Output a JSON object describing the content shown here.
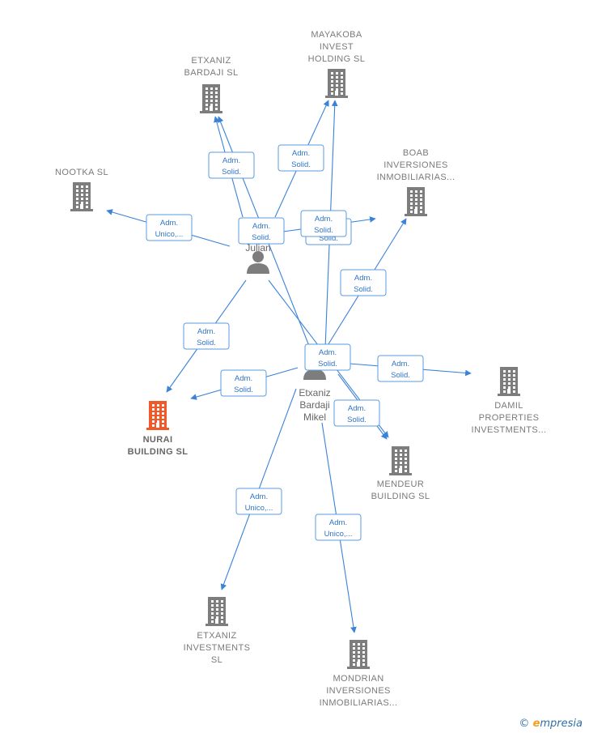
{
  "colors": {
    "edge": "#3b82d9",
    "building": "#7d7d7d",
    "building_main": "#f05a28",
    "person": "#7d7d7d"
  },
  "companies": [
    {
      "id": "nurai",
      "lines": [
        "NURAI",
        "BUILDING  SL"
      ],
      "main": true,
      "icon": "building-icon"
    },
    {
      "id": "nootka",
      "lines": [
        "NOOTKA  SL"
      ],
      "icon": "building-icon"
    },
    {
      "id": "etxaniz-bardaji",
      "lines": [
        "ETXANIZ",
        "BARDAJI SL"
      ],
      "icon": "building-icon"
    },
    {
      "id": "mayakoba",
      "lines": [
        "MAYAKOBA",
        "INVEST",
        "HOLDING  SL"
      ],
      "icon": "building-icon"
    },
    {
      "id": "boab",
      "lines": [
        "BOAB",
        "INVERSIONES",
        "INMOBILIARIAS..."
      ],
      "icon": "building-icon"
    },
    {
      "id": "damil",
      "lines": [
        "DAMIL",
        "PROPERTIES",
        "INVESTMENTS..."
      ],
      "icon": "building-icon"
    },
    {
      "id": "mendeur",
      "lines": [
        "MENDEUR",
        "BUILDING  SL"
      ],
      "icon": "building-icon"
    },
    {
      "id": "etxaniz-investments",
      "lines": [
        "ETXANIZ",
        "INVESTMENTS",
        "SL"
      ],
      "icon": "building-icon"
    },
    {
      "id": "mondrian",
      "lines": [
        "MONDRIAN",
        "INVERSIONES",
        "INMOBILIARIAS..."
      ],
      "icon": "building-icon"
    }
  ],
  "persons": [
    {
      "id": "p1",
      "lines": [
        "Etxaniz",
        "Bardaji",
        "Julian"
      ],
      "icon": "person-icon"
    },
    {
      "id": "p2",
      "lines": [
        "Etxaniz",
        "Bardaji",
        "Mikel"
      ],
      "icon": "person-icon"
    }
  ],
  "edges": [
    {
      "from": "p1",
      "to": "nootka",
      "label": [
        "Adm.",
        "Unico,..."
      ]
    },
    {
      "from": "p1",
      "to": "etxaniz-bardaji",
      "label": [
        "Adm.",
        "Solid."
      ]
    },
    {
      "from": "p1",
      "to": "mayakoba",
      "label": [
        "Adm.",
        "Solid."
      ]
    },
    {
      "from": "p1",
      "to": "boab",
      "label": [
        "Adm.",
        "Solid."
      ]
    },
    {
      "from": "p1",
      "to": "nurai",
      "label": [
        "Adm.",
        "Solid."
      ]
    },
    {
      "from": "p1",
      "to": "mendeur",
      "label": [
        "Adm.",
        "Solid."
      ]
    },
    {
      "from": "p2",
      "to": "etxaniz-bardaji",
      "label": [
        "Adm.",
        "Solid."
      ]
    },
    {
      "from": "p2",
      "to": "mayakoba",
      "label": [
        "Adm.",
        "Solid."
      ]
    },
    {
      "from": "p2",
      "to": "boab",
      "label": [
        "Adm.",
        "Solid."
      ]
    },
    {
      "from": "p2",
      "to": "nurai",
      "label": [
        "Adm.",
        "Solid."
      ]
    },
    {
      "from": "p2",
      "to": "damil",
      "label": [
        "Adm.",
        "Solid."
      ]
    },
    {
      "from": "p2",
      "to": "mendeur",
      "label": [
        "Adm.",
        "Solid."
      ]
    },
    {
      "from": "p2",
      "to": "etxaniz-investments",
      "label": [
        "Adm.",
        "Unico,..."
      ]
    },
    {
      "from": "p2",
      "to": "mondrian",
      "label": [
        "Adm.",
        "Unico,..."
      ]
    }
  ],
  "footer": {
    "copyright": "©",
    "brand_first": "e",
    "brand_rest": "mpresia"
  }
}
